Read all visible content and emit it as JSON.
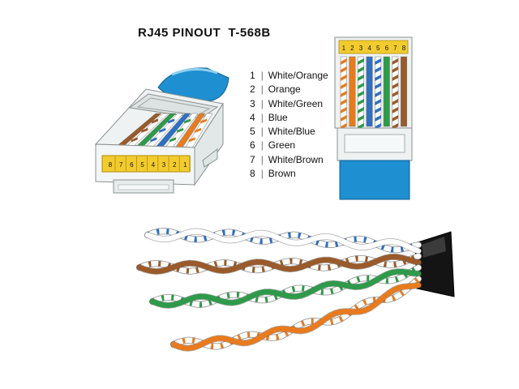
{
  "title": "RJ45 PINOUT  T-568B",
  "pins": [
    {
      "num": "1",
      "label": "White/Orange",
      "base": "#ffffff",
      "stripe": "#e87b1e"
    },
    {
      "num": "2",
      "label": "Orange",
      "base": "#e87b1e",
      "stripe": "#e87b1e"
    },
    {
      "num": "3",
      "label": "White/Green",
      "base": "#ffffff",
      "stripe": "#2e9a4a"
    },
    {
      "num": "4",
      "label": "Blue",
      "base": "#2f6fc4",
      "stripe": "#2f6fc4"
    },
    {
      "num": "5",
      "label": "White/Blue",
      "base": "#ffffff",
      "stripe": "#2f6fc4"
    },
    {
      "num": "6",
      "label": "Green",
      "base": "#2e9a4a",
      "stripe": "#2e9a4a"
    },
    {
      "num": "7",
      "label": "White/Brown",
      "base": "#ffffff",
      "stripe": "#9a5a2a"
    },
    {
      "num": "8",
      "label": "Brown",
      "base": "#9a5a2a",
      "stripe": "#9a5a2a"
    }
  ],
  "separator": "|",
  "colors": {
    "cable_jacket": "#1e8fd0",
    "contact_gold": "#f2cc2e",
    "connector_plastic": "#eef2f2",
    "outer_jacket": "#141414"
  }
}
